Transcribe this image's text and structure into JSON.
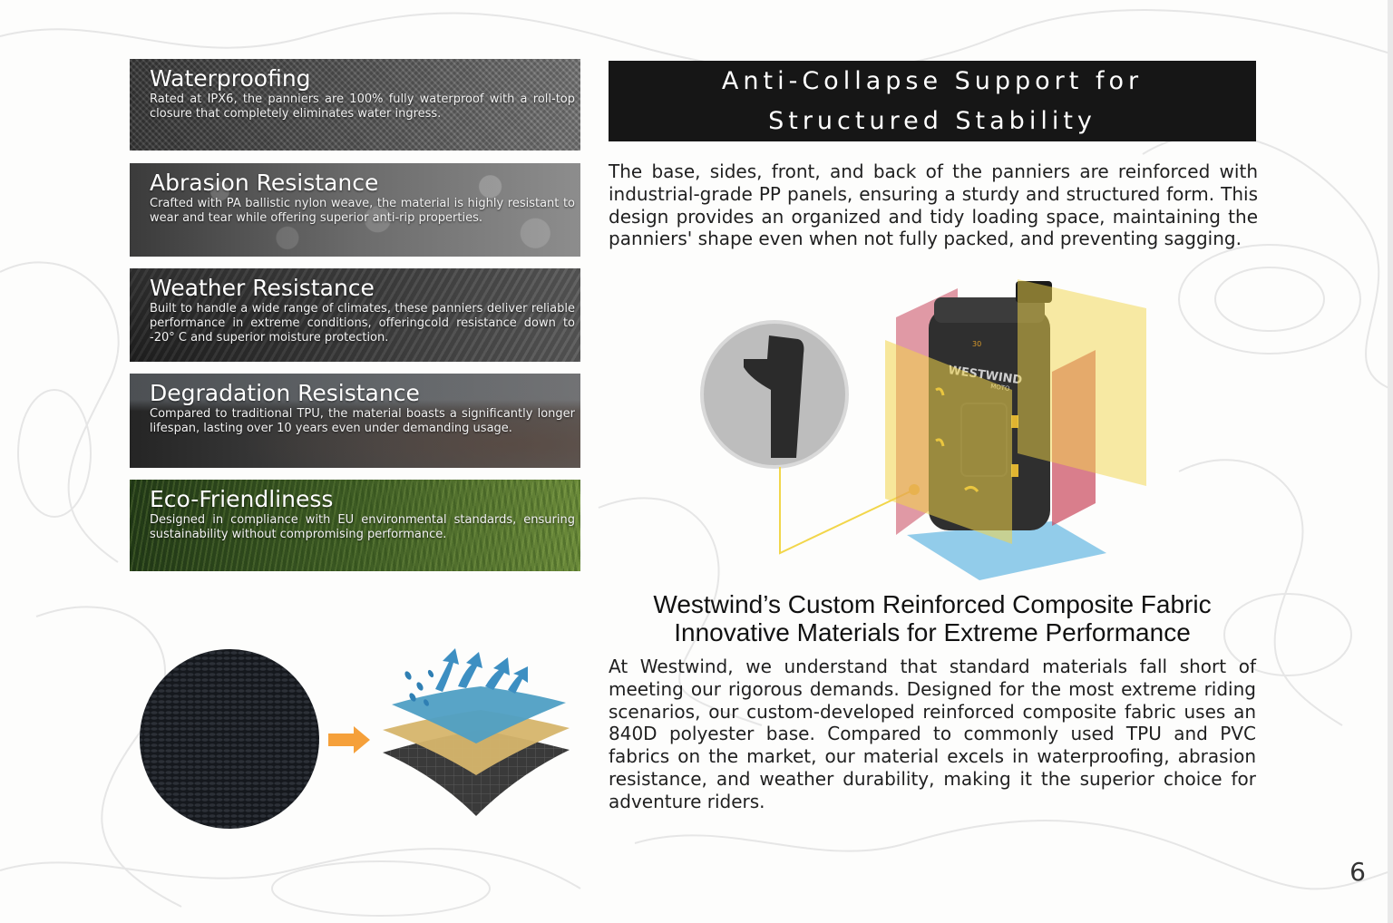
{
  "features": [
    {
      "title": "Waterproofing",
      "description": "Rated at IPX6, the panniers are 100% fully waterproof with a roll-top closure that completely eliminates water ingress."
    },
    {
      "title": "Abrasion Resistance",
      "description": "Crafted with PA ballistic nylon weave, the material is highly resistant to wear and tear while offering superior anti-rip properties."
    },
    {
      "title": "Weather Resistance",
      "description": "Built to handle a wide range of climates, these panniers deliver reliable performance in extreme conditions, offeringcold resistance down to -20° C and superior  moisture protection."
    },
    {
      "title": "Degradation Resistance",
      "description": "Compared to traditional TPU, the material boasts a significantly longer lifespan, lasting over 10 years even under demanding usage."
    },
    {
      "title": "Eco-Friendliness",
      "description": "Designed in compliance with EU environmental standards, ensuring sustainability without compromising performance."
    }
  ],
  "support": {
    "heading_line1": "Anti-Collapse Support for",
    "heading_line2": "Structured Stability",
    "body": "The base, sides, front, and back of the panniers are reinforced with industrial-grade PP panels, ensuring a sturdy and structured form. This design provides an organized and tidy loading space, maintaining the panniers' shape even when not fully packed, and preventing sagging.",
    "bag_brand": "WESTWIND",
    "bag_sub": "MOTO",
    "bag_capacity": "30"
  },
  "fabric": {
    "heading_line1": "Westwind’s Custom Reinforced Composite Fabric",
    "heading_line2": "Innovative Materials for Extreme Performance",
    "body": "At Westwind, we understand that standard materials fall short of meeting our rigorous demands. Designed for the most extreme riding scenarios, our custom-developed reinforced composite fabric uses an 840D polyester base. Compared to commonly used TPU and PVC fabrics on the market, our material excels in waterproofing, abrasion resistance, and weather durability, making it the superior choice for adventure riders."
  },
  "page_number": "6",
  "colors": {
    "header_bg": "#161616",
    "panel_red": "#c9475d",
    "panel_yellow": "#f2d64a",
    "panel_blue": "#7fc3e6",
    "arrow_orange": "#f5a03a"
  }
}
